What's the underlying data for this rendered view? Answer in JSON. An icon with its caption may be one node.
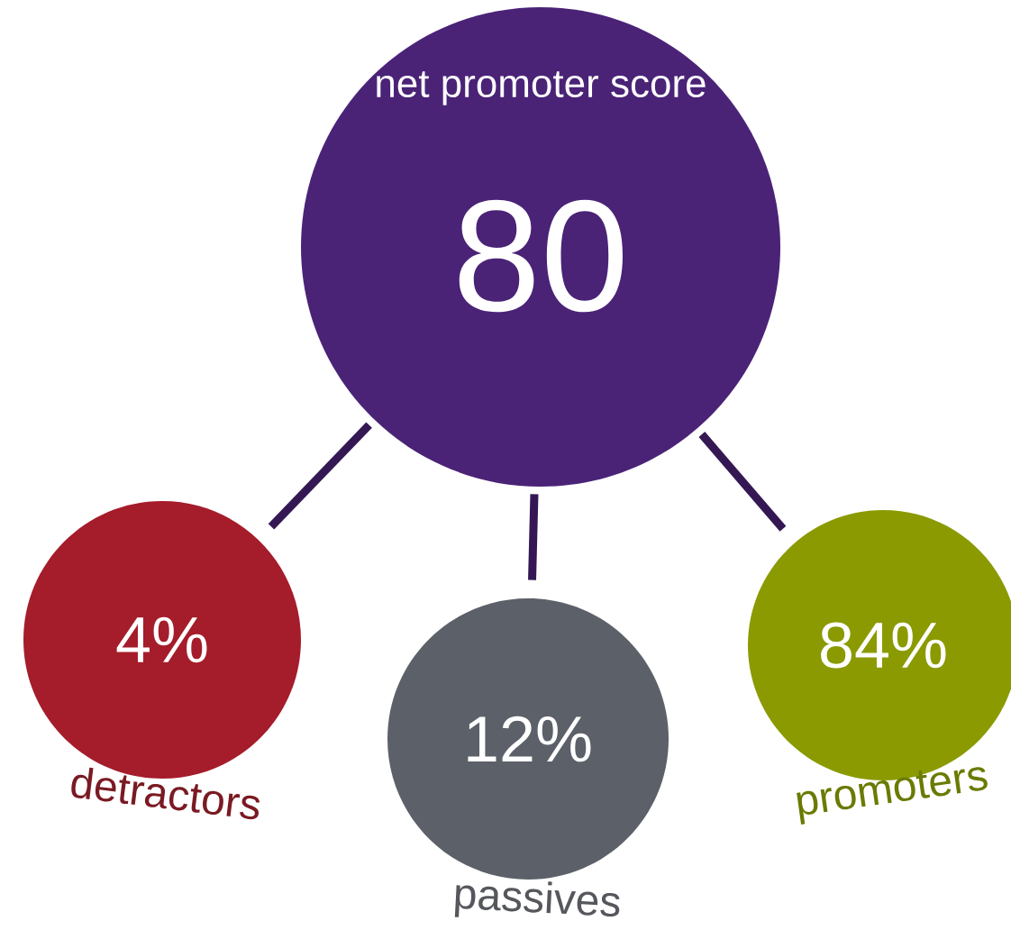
{
  "diagram": {
    "nodes": [
      {
        "text": [
          "net promoter score",
          "80"
        ]
      },
      {
        "text": [
          "4%"
        ],
        "beside": [
          "detractors"
        ]
      },
      {
        "text": [
          "12%"
        ],
        "beside": [
          "passives"
        ]
      },
      {
        "text": [
          "84%"
        ],
        "beside": [
          "promoters"
        ]
      }
    ],
    "edges": [
      {
        "from": 0,
        "to": 1,
        "arrow": "none"
      },
      {
        "from": 0,
        "to": 2,
        "arrow": "none"
      },
      {
        "from": 0,
        "to": 3,
        "arrow": "none"
      }
    ]
  }
}
